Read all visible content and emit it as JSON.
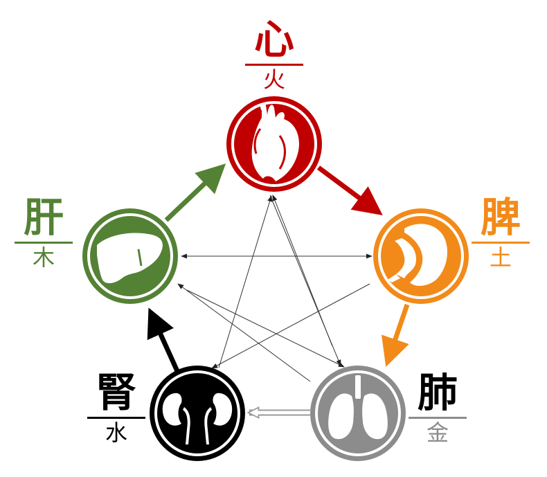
{
  "colors": {
    "heart": "#c00000",
    "spleen": "#f28a1a",
    "lung": "#8c8c8c",
    "kidney": "#000000",
    "liver": "#548235"
  },
  "nodes": [
    {
      "id": "heart",
      "organ": "心",
      "element": "火",
      "icon": "heart-icon"
    },
    {
      "id": "spleen",
      "organ": "脾",
      "element": "土",
      "icon": "spleen-icon"
    },
    {
      "id": "lung",
      "organ": "肺",
      "element": "金",
      "icon": "lungs-icon"
    },
    {
      "id": "kidney",
      "organ": "腎",
      "element": "水",
      "icon": "kidneys-icon"
    },
    {
      "id": "liver",
      "organ": "肝",
      "element": "木",
      "icon": "liver-icon"
    }
  ],
  "generating_cycle": [
    {
      "from": "heart",
      "to": "spleen"
    },
    {
      "from": "spleen",
      "to": "lung"
    },
    {
      "from": "lung",
      "to": "kidney"
    },
    {
      "from": "kidney",
      "to": "liver"
    },
    {
      "from": "liver",
      "to": "heart"
    }
  ],
  "controlling_cycle": [
    {
      "from": "heart",
      "to": "lung"
    },
    {
      "from": "lung",
      "to": "liver"
    },
    {
      "from": "liver",
      "to": "spleen"
    },
    {
      "from": "spleen",
      "to": "kidney"
    },
    {
      "from": "kidney",
      "to": "heart"
    }
  ]
}
